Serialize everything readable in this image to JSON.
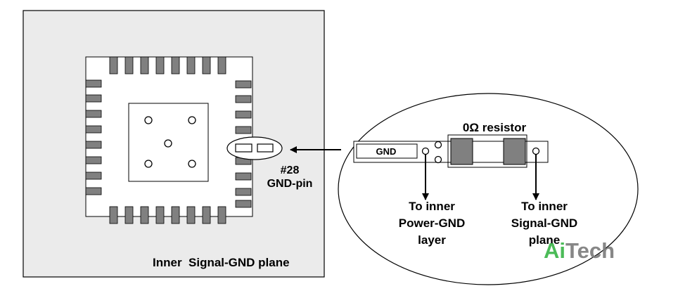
{
  "plane_label": "Inner  Signal-GND plane",
  "pin_label": {
    "line1": "#28",
    "line2": "GND-pin"
  },
  "resistor_label": "0Ω resistor",
  "gnd_trace_label": "GND",
  "power_gnd_label": {
    "line1": "To inner",
    "line2": "Power-GND",
    "line3": "layer"
  },
  "signal_gnd_label": {
    "line1": "To inner",
    "line2": "Signal-GND",
    "line3": "plane"
  },
  "watermark": {
    "part1": "Ai",
    "part2": "Tech"
  },
  "colors": {
    "plane_fill": "#ebebeb",
    "pad_fill": "#808080",
    "watermark_green": "#3cb54a",
    "watermark_gray": "#7d7d7d",
    "outline": "#000000"
  }
}
